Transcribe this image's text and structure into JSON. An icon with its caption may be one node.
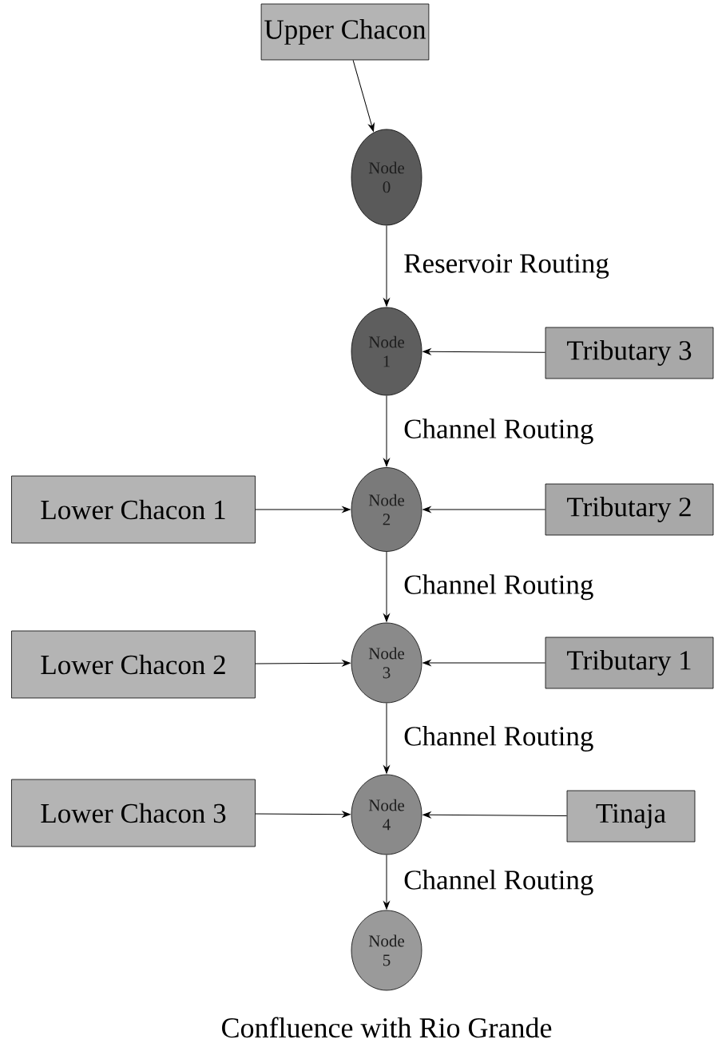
{
  "diagram": {
    "nodes": [
      {
        "text": [
          "Upper Chacon"
        ]
      },
      {
        "text": [
          "Node 0"
        ]
      },
      {
        "text": [
          "Node 1"
        ]
      },
      {
        "text": [
          "Tributary 3"
        ]
      },
      {
        "text": [
          "Lower Chacon 1"
        ]
      },
      {
        "text": [
          "Node 2"
        ]
      },
      {
        "text": [
          "Tributary 2"
        ]
      },
      {
        "text": [
          "Lower Chacon 2"
        ]
      },
      {
        "text": [
          "Node 3"
        ]
      },
      {
        "text": [
          "Tributary 1"
        ]
      },
      {
        "text": [
          "Lower Chacon 3"
        ]
      },
      {
        "text": [
          "Node 4"
        ]
      },
      {
        "text": [
          "Tinaja"
        ]
      },
      {
        "text": [
          "Node 5"
        ],
        "beside": [
          "Confluence with Rio Grande"
        ]
      }
    ],
    "edges": [
      {
        "from": 0,
        "to": 1,
        "arrow": "to"
      },
      {
        "from": 1,
        "to": 2,
        "arrow": "to",
        "label": "Reservoir Routing"
      },
      {
        "from": 3,
        "to": 2,
        "arrow": "to"
      },
      {
        "from": 2,
        "to": 5,
        "arrow": "to",
        "label": "Channel Routing"
      },
      {
        "from": 4,
        "to": 5,
        "arrow": "to"
      },
      {
        "from": 6,
        "to": 5,
        "arrow": "to"
      },
      {
        "from": 5,
        "to": 8,
        "arrow": "to",
        "label": "Channel Routing"
      },
      {
        "from": 7,
        "to": 8,
        "arrow": "to"
      },
      {
        "from": 9,
        "to": 8,
        "arrow": "to"
      },
      {
        "from": 8,
        "to": 11,
        "arrow": "to",
        "label": "Channel Routing"
      },
      {
        "from": 10,
        "to": 11,
        "arrow": "to"
      },
      {
        "from": 12,
        "to": 11,
        "arrow": "to"
      },
      {
        "from": 11,
        "to": 13,
        "arrow": "to",
        "label": "Channel Routing"
      }
    ]
  }
}
